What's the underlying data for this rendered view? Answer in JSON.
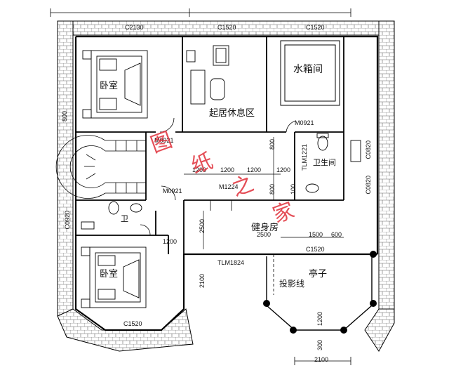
{
  "rooms": {
    "bedroom_top": "卧室",
    "living": "起居休息区",
    "water_tank": "水箱间",
    "bath_right": "卫生间",
    "wc_left": "卫",
    "gym": "健身房",
    "bedroom_bottom": "卧室",
    "pavilion": "亭子",
    "projection_line": "投影线"
  },
  "windows": {
    "c2130": "C2130",
    "c1520_top1": "C1520",
    "c1520_top2": "C1520",
    "c1520_mid": "C1520",
    "c1520_bottom": "C1520",
    "c0820_1": "C0820",
    "c0820_2": "C0820",
    "c0920": "C0920"
  },
  "doors": {
    "m0921_a": "M0921",
    "m0921_b": "M0921",
    "m0921_c": "M0921",
    "m1224": "M1224",
    "tlm1221": "TLM1221",
    "tlm1824": "TLM1824"
  },
  "dimensions": {
    "d800_left": "800",
    "d1200_a": "1200",
    "d1200_b": "1200",
    "d1200_c": "1200",
    "d1200_d": "1200",
    "d1200_e": "1200",
    "d800_a": "800",
    "d800_b": "800",
    "d100": "100",
    "d2500": "2500",
    "d2500_gym": "2500",
    "d1500": "1500",
    "d600": "600",
    "d2100_a": "2100",
    "d2100_b": "2100",
    "d1200_pav": "1200",
    "d300": "300"
  },
  "watermark": [
    "图",
    "纸",
    "之",
    "家"
  ]
}
